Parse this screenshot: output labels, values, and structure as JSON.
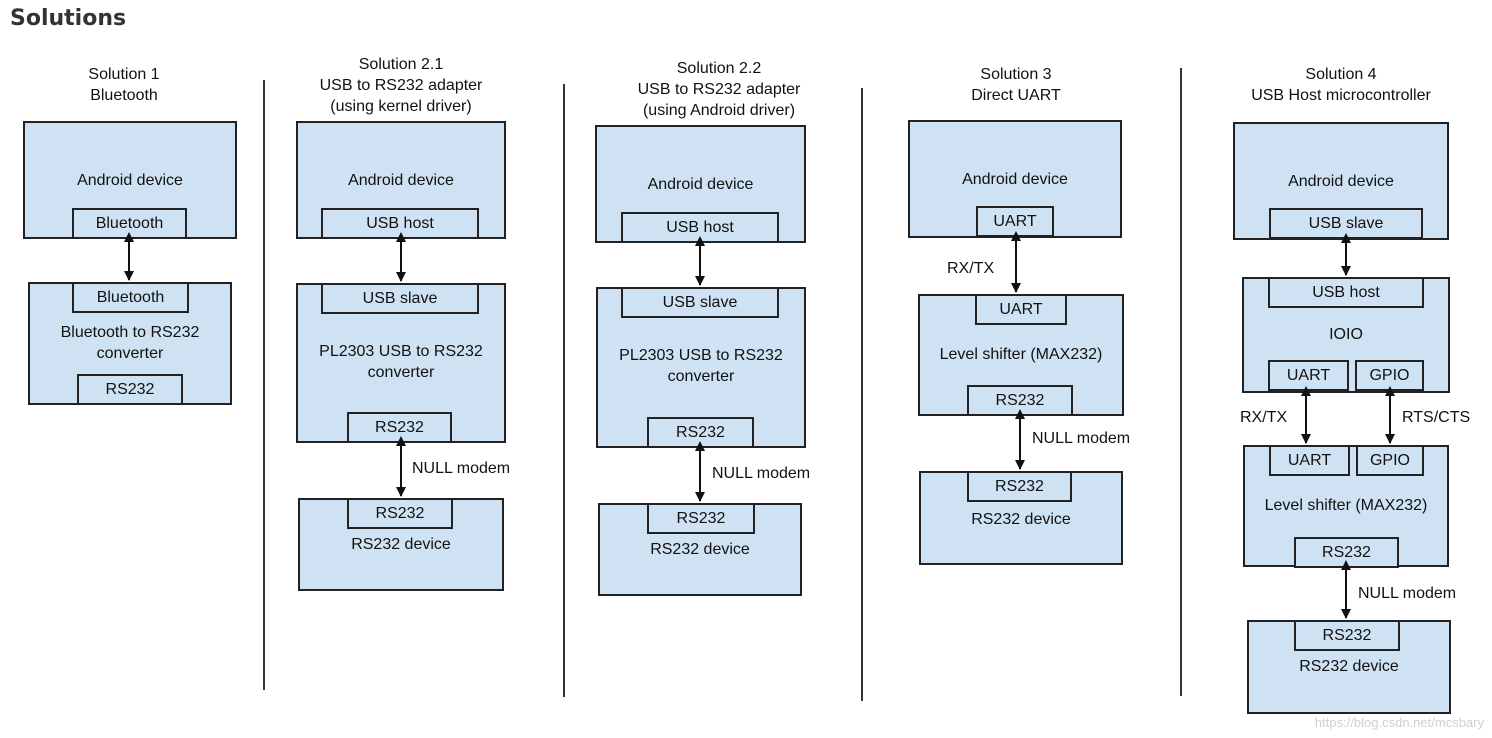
{
  "heading": "Solutions",
  "solutions": [
    {
      "title_lines": [
        "Solution 1",
        "Bluetooth"
      ],
      "boxes": [
        {
          "label_lines": [
            "Android device"
          ],
          "ports": [
            "Bluetooth"
          ]
        },
        {
          "label_lines": [
            "Bluetooth to RS232",
            "converter"
          ],
          "ports": [
            "Bluetooth",
            "RS232"
          ]
        }
      ],
      "links": []
    },
    {
      "title_lines": [
        "Solution 2.1",
        "USB to RS232 adapter",
        "(using kernel driver)"
      ],
      "boxes": [
        {
          "label_lines": [
            "Android device"
          ],
          "ports": [
            "USB host"
          ]
        },
        {
          "label_lines": [
            "PL2303 USB to RS232",
            "converter"
          ],
          "ports": [
            "USB slave",
            "RS232"
          ]
        },
        {
          "label_lines": [
            "RS232 device"
          ],
          "ports": [
            "RS232"
          ]
        }
      ],
      "links": [
        "NULL modem"
      ]
    },
    {
      "title_lines": [
        "Solution 2.2",
        "USB to RS232 adapter",
        "(using Android driver)"
      ],
      "boxes": [
        {
          "label_lines": [
            "Android device"
          ],
          "ports": [
            "USB host"
          ]
        },
        {
          "label_lines": [
            "PL2303 USB to RS232",
            "converter"
          ],
          "ports": [
            "USB slave",
            "RS232"
          ]
        },
        {
          "label_lines": [
            "RS232 device"
          ],
          "ports": [
            "RS232"
          ]
        }
      ],
      "links": [
        "NULL modem"
      ]
    },
    {
      "title_lines": [
        "Solution 3",
        "Direct UART"
      ],
      "boxes": [
        {
          "label_lines": [
            "Android device"
          ],
          "ports": [
            "UART"
          ]
        },
        {
          "label_lines": [
            "Level shifter (MAX232)"
          ],
          "ports": [
            "UART",
            "RS232"
          ]
        },
        {
          "label_lines": [
            "RS232 device"
          ],
          "ports": [
            "RS232"
          ]
        }
      ],
      "links": [
        "RX/TX",
        "NULL modem"
      ]
    },
    {
      "title_lines": [
        "Solution 4",
        "USB Host microcontroller"
      ],
      "boxes": [
        {
          "label_lines": [
            "Android device"
          ],
          "ports": [
            "USB slave"
          ]
        },
        {
          "label_lines": [
            "IOIO"
          ],
          "ports": [
            "USB host",
            "UART",
            "GPIO"
          ]
        },
        {
          "label_lines": [
            "Level shifter (MAX232)"
          ],
          "ports": [
            "UART",
            "GPIO",
            "RS232"
          ]
        },
        {
          "label_lines": [
            "RS232 device"
          ],
          "ports": [
            "RS232"
          ]
        }
      ],
      "links": [
        "RX/TX",
        "RTS/CTS",
        "NULL modem"
      ]
    }
  ],
  "watermark": "https://blog.csdn.net/mcsbary"
}
